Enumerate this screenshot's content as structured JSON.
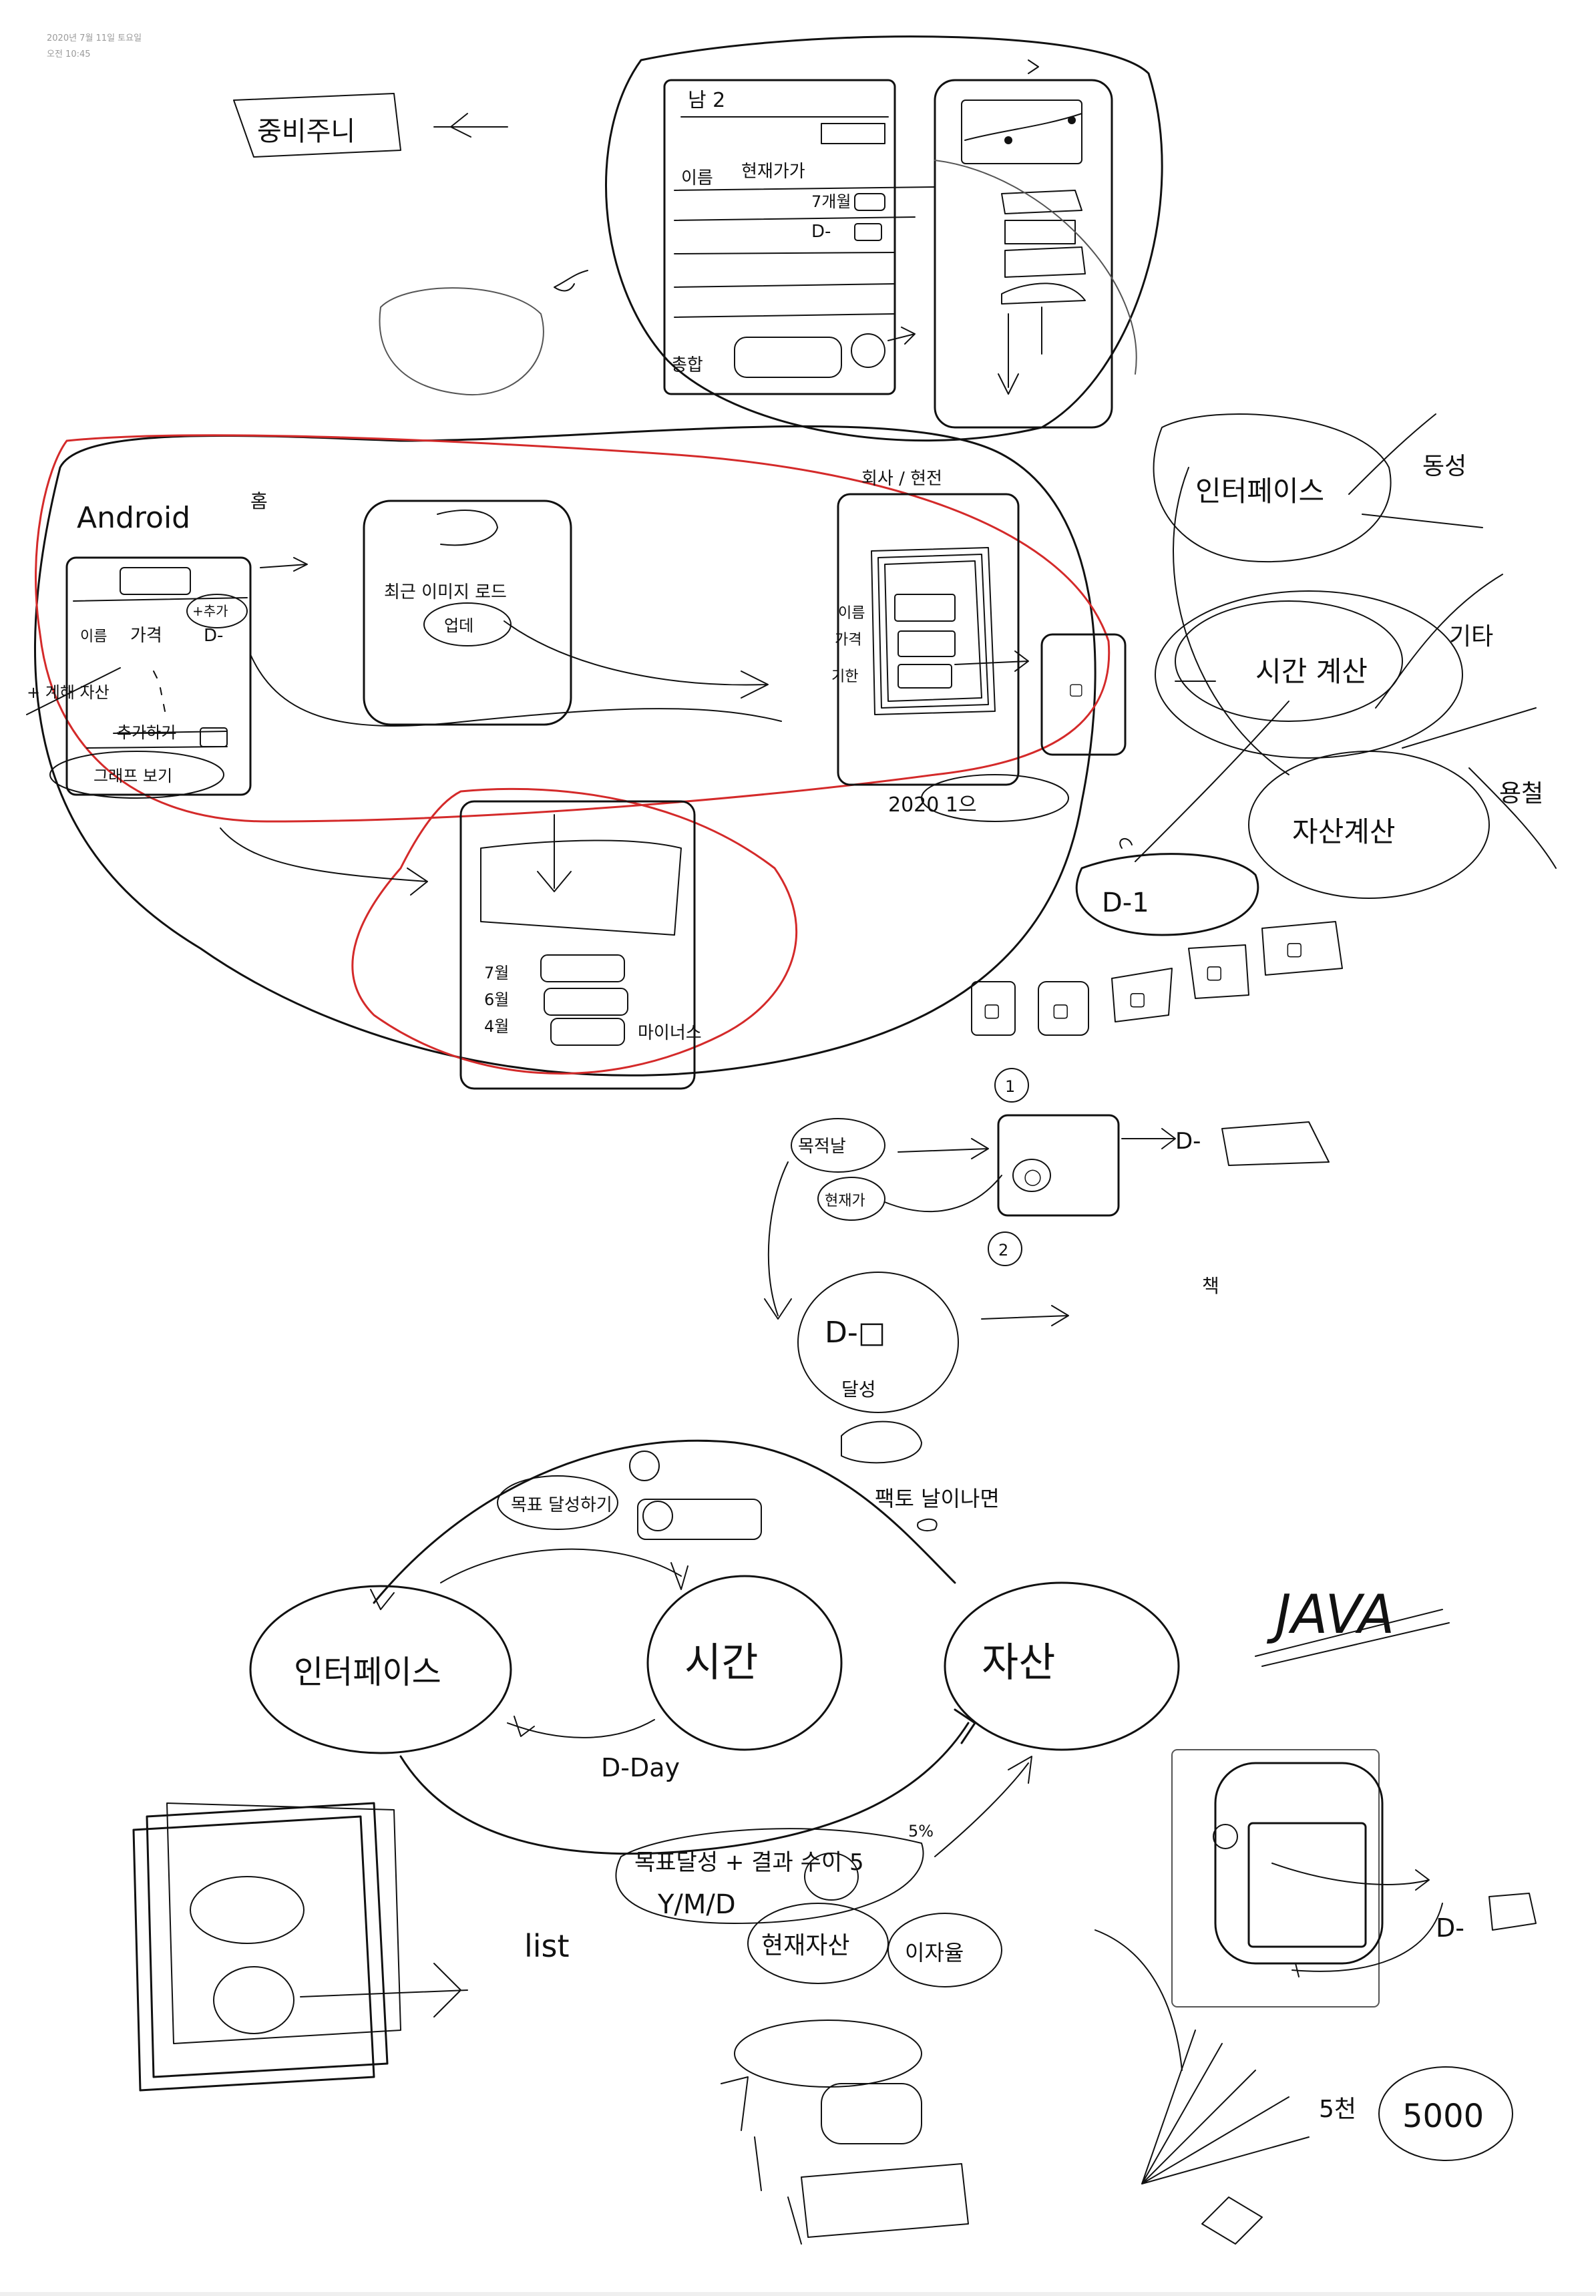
{
  "note": {
    "date": "2020년 7월 11일 토요일",
    "time": "오전 10:45"
  },
  "sketch": {
    "title_box": "중비주니",
    "screen1": {
      "top_label": "남 2",
      "col_name": "이름",
      "col_period": "현재가가",
      "row_labels": [
        "7개월",
        "D-"
      ],
      "bottom_label": "총합"
    },
    "android_label": "Android",
    "home_label": "홈",
    "list_headers": [
      "이름",
      "가격",
      "D-"
    ],
    "list_side": "+ 계해 자산",
    "plus_button": "+추가",
    "list_footer_strike": "추가하기",
    "list_footer": "그래프 보기",
    "detail_screen": {
      "label": "최근 이미지 로드",
      "button": "업데"
    },
    "register_title": "회사 / 현전",
    "register_fields": [
      "이름",
      "가격",
      "기한"
    ],
    "register_date": "2020 1으",
    "graph_screen_labels": [
      "7월",
      "6월",
      "4월"
    ],
    "graph_screen_note": "마이너스",
    "right_ovals": [
      "인터페이스",
      "시간 계산",
      "자산계산"
    ],
    "right_notes": [
      "동성",
      "기타",
      "용철"
    ],
    "dday_label": "D-1",
    "flow": {
      "step1": "1",
      "step2": "2",
      "node_a": "목적날",
      "node_b": "현재가",
      "dday": "D-",
      "dday_box": "D-□",
      "detail": "달성",
      "under_label": "팩토 날이나면",
      "side_note": "책"
    },
    "cycle": {
      "top_oval": "목표 달성하기",
      "interface": "인터페이스",
      "time": "시간",
      "asset": "자산",
      "dday": "D-Day",
      "asset_bubble": "목표달성 + 결과 수이 5",
      "ymd": "Y/M/D",
      "current_asset": "현재자산",
      "sub_note": "이자율",
      "list_label": "list",
      "ssr_note": "5%",
      "java": "JAVA"
    },
    "bottom_right": {
      "dday": "D-",
      "note": "5천",
      "value": "5000"
    }
  }
}
